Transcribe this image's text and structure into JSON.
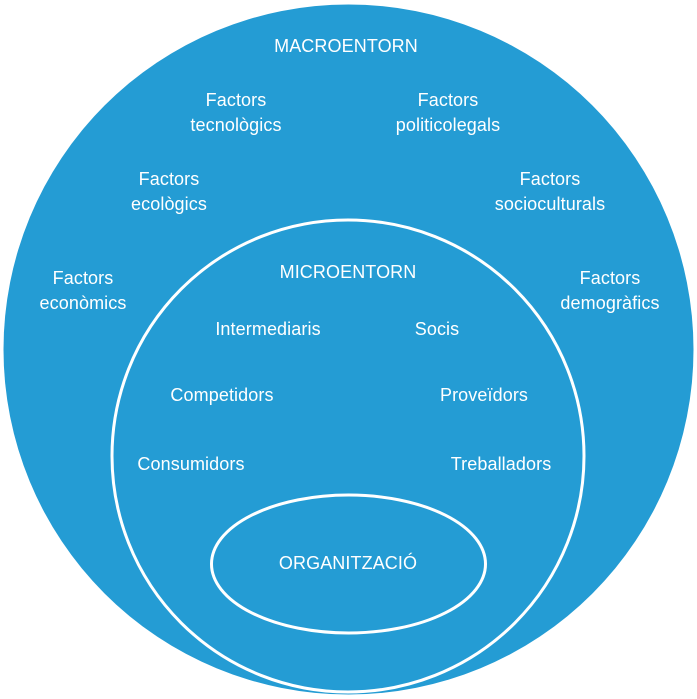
{
  "colors": {
    "fill": "#249cd4",
    "stroke": "#ffffff",
    "text": "#ffffff",
    "background": "#ffffff"
  },
  "macro": {
    "title": "MACROENTORN",
    "factors": [
      {
        "line1": "Factors",
        "line2": "tecnològics"
      },
      {
        "line1": "Factors",
        "line2": "politicolegals"
      },
      {
        "line1": "Factors",
        "line2": "ecològics"
      },
      {
        "line1": "Factors",
        "line2": "socioculturals"
      },
      {
        "line1": "Factors",
        "line2": "econòmics"
      },
      {
        "line1": "Factors",
        "line2": "demogràfics"
      }
    ]
  },
  "micro": {
    "title": "MICROENTORN",
    "items": [
      "Intermediaris",
      "Socis",
      "Competidors",
      "Proveïdors",
      "Consumidors",
      "Treballadors"
    ]
  },
  "core": {
    "title": "ORGANITZACIÓ"
  }
}
